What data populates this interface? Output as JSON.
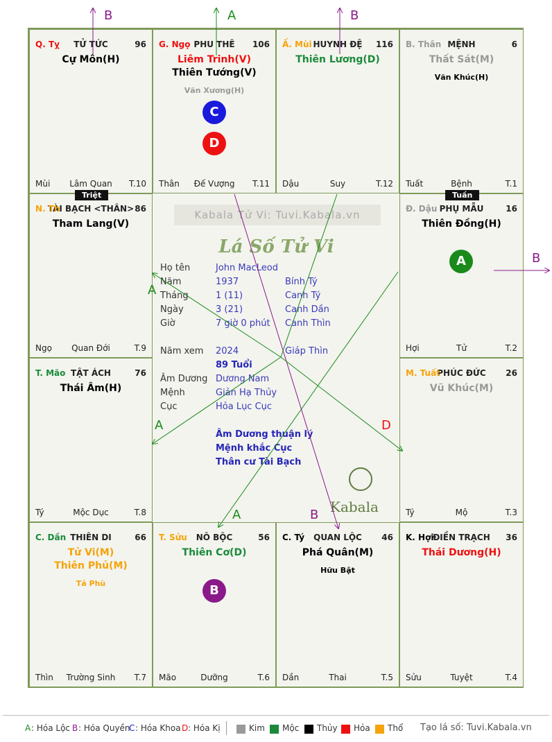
{
  "colors": {
    "kim": "#9a9a9a",
    "moc": "#1a8a3a",
    "thuy": "#000000",
    "hoa": "#ee1111",
    "tho": "#f5a30a",
    "loc": "#1a8a1a",
    "quyen": "#8a1a8a",
    "khoa": "#1a1add",
    "ki": "#ee1111"
  },
  "palaces": [
    {
      "id": "ty",
      "can": "Q. Tỵ",
      "can_color": "#ee1111",
      "name": "TỬ TỨC",
      "num": "96",
      "stars": [
        {
          "t": "Cự Môn(H)",
          "c": "#000000"
        }
      ],
      "minor": [],
      "f1": "Mùi",
      "f2": "Lâm Quan",
      "f3": "T.10"
    },
    {
      "id": "ngo",
      "can": "G. Ngọ",
      "can_color": "#ee1111",
      "name": "PHU THÊ",
      "num": "106",
      "stars": [
        {
          "t": "Liêm Trinh(V)",
          "c": "#ee1111"
        },
        {
          "t": "Thiên Tướng(V)",
          "c": "#000000"
        }
      ],
      "minor": [
        {
          "t": "Văn Xương(H)",
          "c": "#999999"
        }
      ],
      "f1": "Thân",
      "f2": "Đế Vượng",
      "f3": "T.11"
    },
    {
      "id": "mui",
      "can": "Ấ. Mùi",
      "can_color": "#f5a30a",
      "name": "HUYNH ĐỆ",
      "num": "116",
      "stars": [
        {
          "t": "Thiên Lương(D)",
          "c": "#1a8a3a"
        }
      ],
      "minor": [],
      "f1": "Dậu",
      "f2": "Suy",
      "f3": "T.12"
    },
    {
      "id": "than",
      "can": "B. Thân",
      "can_color": "#999999",
      "name": "MỆNH",
      "num": "6",
      "stars": [
        {
          "t": "Thất Sát(M)",
          "c": "#999999"
        }
      ],
      "minor": [
        {
          "t": "Văn Khúc(H)",
          "c": "#000000"
        }
      ],
      "f1": "Tuất",
      "f2": "Bệnh",
      "f3": "T.1"
    },
    {
      "id": "thin_l",
      "can": "N. Th",
      "can_color": "#f5a30a",
      "name": "TÀI BẠCH <THÂN>",
      "num": "86",
      "stars": [
        {
          "t": "Tham Lang(V)",
          "c": "#000000"
        }
      ],
      "minor": [],
      "f1": "Ngọ",
      "f2": "Quan Đới",
      "f3": "T.9"
    },
    {
      "id": "dau",
      "can": "Đ. Dậu",
      "can_color": "#999999",
      "name": "PHỤ MẪU",
      "num": "16",
      "stars": [
        {
          "t": "Thiên Đồng(H)",
          "c": "#000000"
        }
      ],
      "minor": [],
      "f1": "Hợi",
      "f2": "Tử",
      "f3": "T.2"
    },
    {
      "id": "mao",
      "can": "T. Mão",
      "can_color": "#1a8a3a",
      "name": "TẬT ÁCH",
      "num": "76",
      "stars": [
        {
          "t": "Thái Âm(H)",
          "c": "#000000"
        }
      ],
      "minor": [],
      "f1": "Tý",
      "f2": "Mộc Dục",
      "f3": "T.8"
    },
    {
      "id": "tuat",
      "can": "M. Tuất",
      "can_color": "#f5a30a",
      "name": "PHÚC ĐỨC",
      "num": "26",
      "stars": [
        {
          "t": "Vũ Khúc(M)",
          "c": "#999999"
        }
      ],
      "minor": [],
      "f1": "Tý",
      "f2": "Mộ",
      "f3": "T.3"
    },
    {
      "id": "dan",
      "can": "C. Dần",
      "can_color": "#1a8a3a",
      "name": "THIÊN DI",
      "num": "66",
      "stars": [
        {
          "t": "Tử Vi(M)",
          "c": "#f5a30a"
        },
        {
          "t": "Thiên Phủ(M)",
          "c": "#f5a30a"
        }
      ],
      "minor": [
        {
          "t": "Tả Phù",
          "c": "#f5a30a"
        }
      ],
      "f1": "Thìn",
      "f2": "Trường Sinh",
      "f3": "T.7"
    },
    {
      "id": "suu",
      "can": "T. Sửu",
      "can_color": "#f5a30a",
      "name": "NÔ BỘC",
      "num": "56",
      "stars": [
        {
          "t": "Thiên Cơ(D)",
          "c": "#1a8a3a"
        }
      ],
      "minor": [],
      "f1": "Mão",
      "f2": "Dưỡng",
      "f3": "T.6"
    },
    {
      "id": "ti",
      "can": "C. Tý",
      "can_color": "#000000",
      "name": "QUAN LỘC",
      "num": "46",
      "stars": [
        {
          "t": "Phá Quân(M)",
          "c": "#000000"
        }
      ],
      "minor": [
        {
          "t": "Hữu Bật",
          "c": "#000000"
        }
      ],
      "f1": "Dần",
      "f2": "Thai",
      "f3": "T.5"
    },
    {
      "id": "hoi",
      "can": "K. Hợi",
      "can_color": "#000000",
      "name": "ĐIỀN TRẠCH",
      "num": "36",
      "stars": [
        {
          "t": "Thái Dương(H)",
          "c": "#ee1111"
        }
      ],
      "minor": [],
      "f1": "Sửu",
      "f2": "Tuyệt",
      "f3": "T.4"
    }
  ],
  "tags": {
    "triet": "Triệt",
    "tuan": "Tuần"
  },
  "badges": {
    "c": "C",
    "d": "D",
    "a": "A",
    "b": "B"
  },
  "center": {
    "watermark": "Kabala Tử Vi: Tuvi.Kabala.vn",
    "brand": "Lá Số Tử Vi",
    "labels": {
      "hoten": "Họ tên",
      "nam": "Năm",
      "thang": "Tháng",
      "ngay": "Ngày",
      "gio": "Giờ",
      "namxem": "Năm xem",
      "amduong": "Âm Dương",
      "menh": "Mệnh",
      "cuc": "Cục"
    },
    "values": {
      "hoten": "John MacLeod",
      "nam": "1937",
      "nam_can": "Bính Tý",
      "thang": "1  (11)",
      "thang_can": "Canh Tý",
      "ngay": "3  (21)",
      "ngay_can": "Canh Dần",
      "gio": "7 giờ 0 phút",
      "gio_can": "Canh Thìn",
      "namxem": "2024",
      "namxem_can": "Giáp Thìn",
      "tuoi": "89 Tuổi",
      "amduong": "Dương Nam",
      "menh": "Giản Hạ Thủy",
      "cuc": "Hỏa Lục Cục"
    },
    "notes": [
      "Âm Dương thuận lý",
      "Mệnh khắc Cục",
      "Thân cư Tài Bạch"
    ],
    "kabala": "Kabala"
  },
  "arrow_labels": {
    "a": "A",
    "b": "B",
    "d": "D"
  },
  "legend": {
    "loc_key": "A",
    "loc": ": Hóa Lộc",
    "quyen_key": "B",
    "quyen": ": Hóa Quyền",
    "khoa_key": "C",
    "khoa": ": Hóa Khoa",
    "ki_key": "D",
    "ki": ": Hóa Kị",
    "kim": "Kim",
    "moc": "Mộc",
    "thuy": "Thủy",
    "hoa": "Hỏa",
    "tho": "Thổ",
    "site": "Tạo lá số: Tuvi.Kabala.vn"
  }
}
